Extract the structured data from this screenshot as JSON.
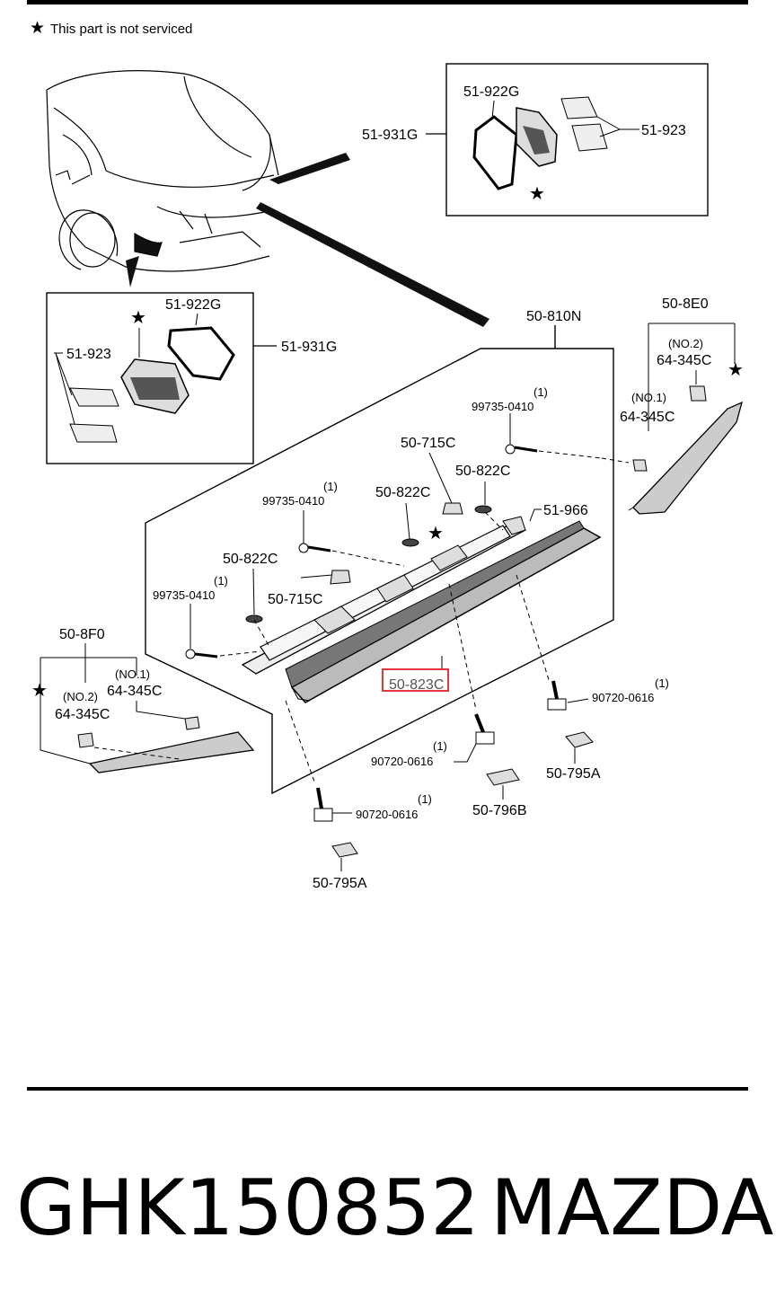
{
  "note": {
    "symbol": "★",
    "text": "This part is not serviced"
  },
  "inset_top": {
    "assembly": "51-931G",
    "gasket": "51-922G",
    "pad": "51-923"
  },
  "inset_left": {
    "assembly": "51-931G",
    "gasket": "51-922G",
    "pad": "51-923"
  },
  "main": {
    "assembly": "50-810N",
    "screw_label": "99735-0410",
    "qty": "(1)",
    "clip_715c": "50-715C",
    "grommet_822c": "50-822C",
    "molding_966": "51-966",
    "highlight_823": "50-823C",
    "bolt": "90720-0616",
    "clip_795a": "50-795A",
    "clip_796b": "50-796B"
  },
  "right_side": {
    "assembly": "50-8E0",
    "no2": "(NO.2)",
    "no1": "(NO.1)",
    "clip": "64-345C"
  },
  "left_side": {
    "assembly": "50-8F0",
    "no2": "(NO.2)",
    "no1": "(NO.1)",
    "clip": "64-345C"
  },
  "footer": {
    "part_number": "GHK150852",
    "brand": "MAZDA"
  },
  "colors": {
    "highlight": "#e0202a",
    "line": "#000000"
  }
}
